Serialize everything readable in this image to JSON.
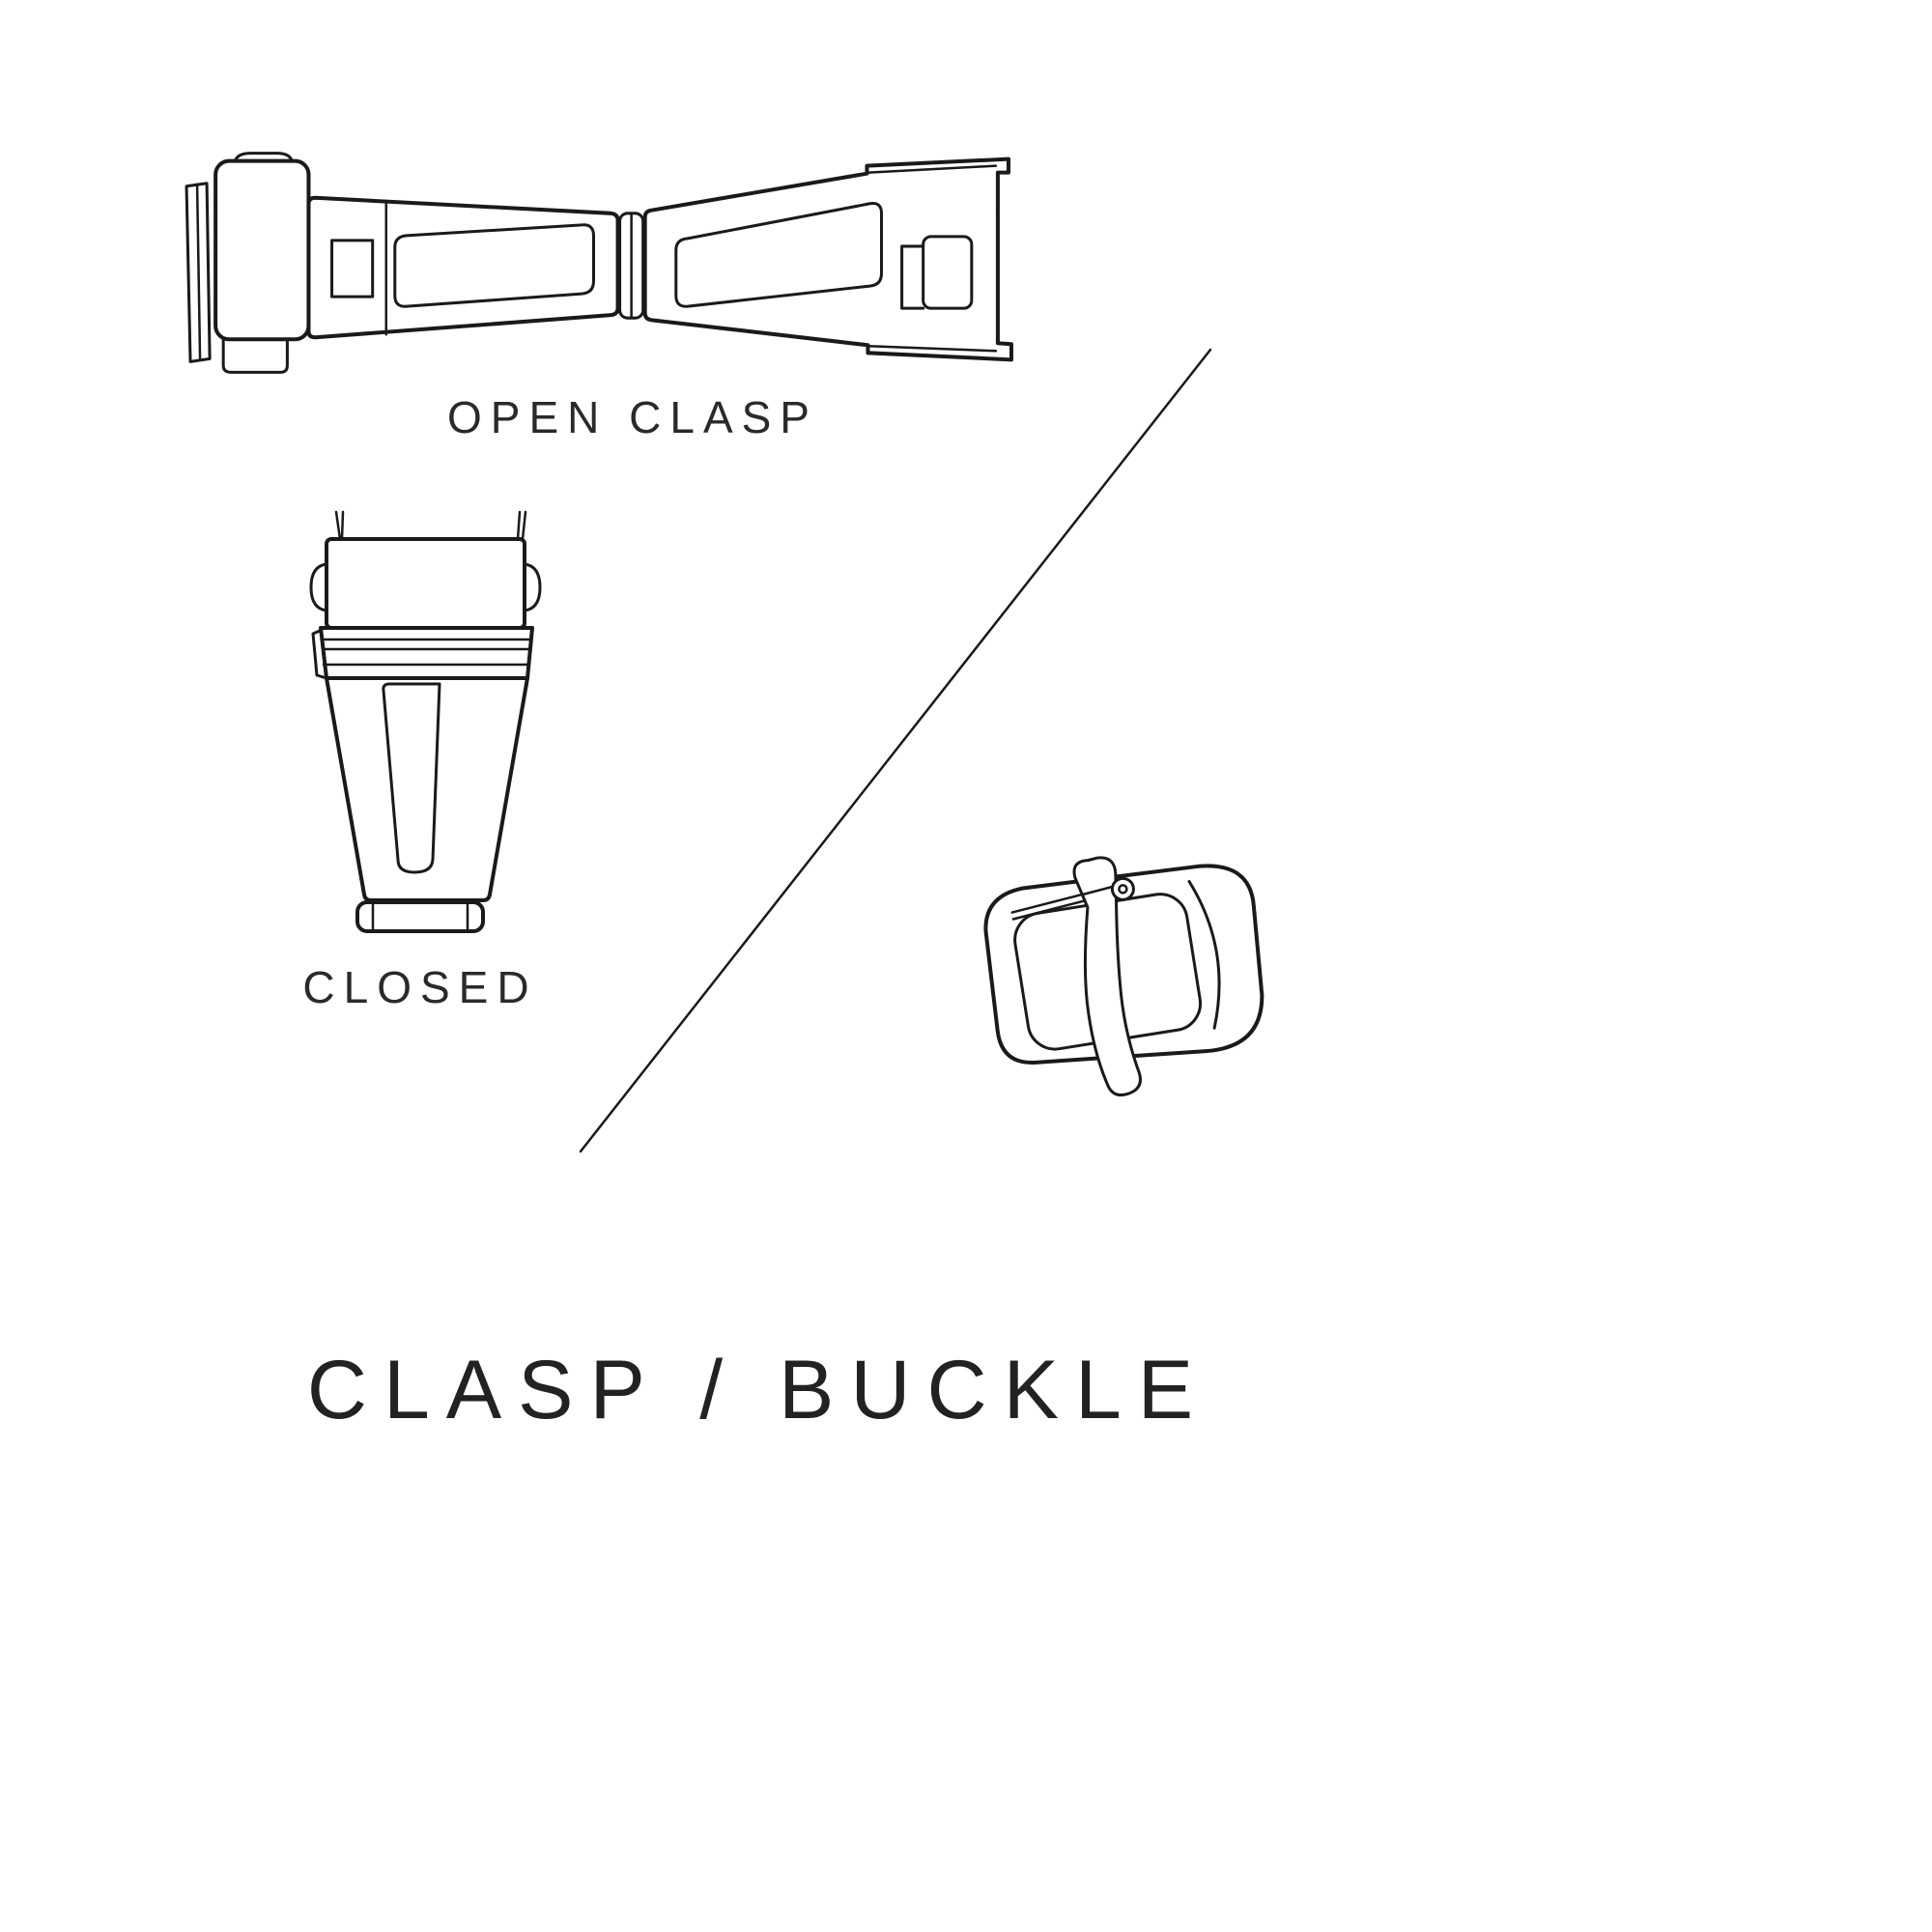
{
  "page": {
    "background_color": "#ffffff",
    "line_color": "#1a1a1a",
    "text_color": "#2a2a2a"
  },
  "title": {
    "text": "CLASP / BUCKLE"
  },
  "figures": {
    "open_clasp": {
      "label": "OPEN CLASP",
      "icon": "open-clasp-illustration"
    },
    "closed_clasp": {
      "label": "CLOSED",
      "icon": "closed-clasp-illustration"
    },
    "buckle": {
      "icon": "buckle-illustration"
    }
  },
  "divider": {
    "icon": "diagonal-divider-line"
  }
}
